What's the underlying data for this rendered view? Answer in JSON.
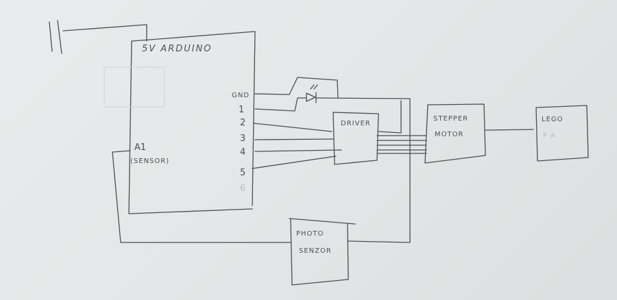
{
  "arduino": {
    "title": "5V ARDUINO",
    "pins": [
      "GND",
      "1",
      "2",
      "3",
      "4",
      "5",
      "6"
    ],
    "analog_pin": "A1",
    "analog_note": "(SENSOR)"
  },
  "driver": {
    "label": "DRIVER"
  },
  "stepper": {
    "line1": "STEPPER",
    "line2": "MOTOR"
  },
  "lego": {
    "line1": "LEGO",
    "line2": "F A"
  },
  "photo_sensor": {
    "line1": "PHOTO",
    "line2": "SENZOR"
  }
}
